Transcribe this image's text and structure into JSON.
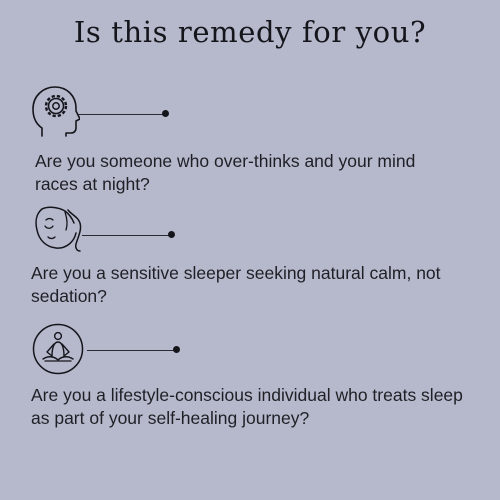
{
  "title": "Is this remedy for you?",
  "items": [
    {
      "icon": "head-gear-icon",
      "text": "Are you someone who over-thinks and your mind races at night?"
    },
    {
      "icon": "sleeping-face-icon",
      "text": "Are you a sensitive sleeper seeking natural calm, not sedation?"
    },
    {
      "icon": "meditation-icon",
      "text": "Are you a lifestyle-conscious individual who treats sleep as part of your self-healing journey?"
    }
  ],
  "colors": {
    "background": "#b6b8cc",
    "ink": "#1f2026"
  }
}
